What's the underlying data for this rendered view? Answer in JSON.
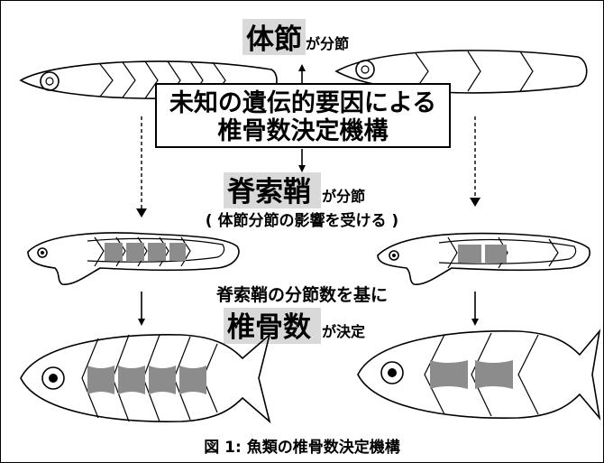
{
  "labels": {
    "top_key": "体節",
    "top_suffix": "が分節",
    "center_line1": "未知の遺伝的要因による",
    "center_line2": "椎骨数決定機構",
    "mid_key": "脊索鞘",
    "mid_suffix": "が分節",
    "mid_note": "( 体節分節の影響を受ける )",
    "lower_line": "脊索鞘の分節数を基に",
    "bottom_key": "椎骨数",
    "bottom_suffix": "が決定"
  },
  "caption": "図 1: 魚類の椎骨数決定機構",
  "colors": {
    "highlight": "#d9d9d9",
    "segment_fill": "#8c8c8c",
    "line": "#000000"
  },
  "stages": {
    "left_notochord_segments": 4,
    "right_notochord_segments": 2,
    "left_vertebrae": 4,
    "right_vertebrae": 2
  }
}
